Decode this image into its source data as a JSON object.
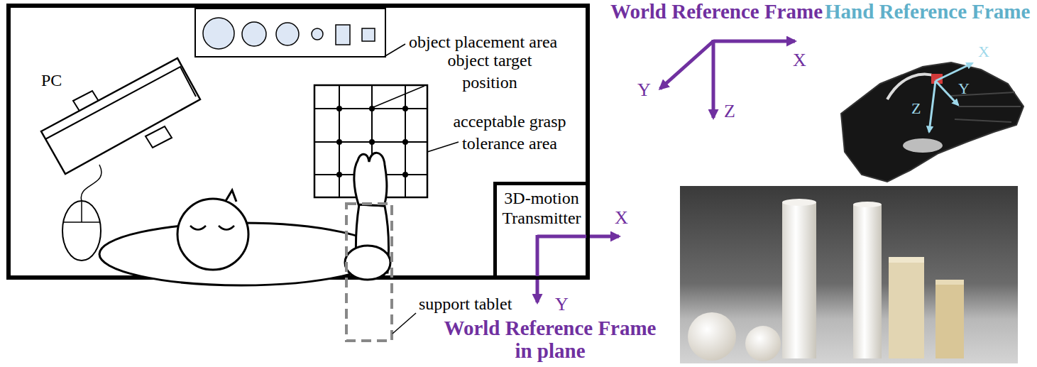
{
  "diagram": {
    "nodes": [
      {
        "text": [
          "3D-motion Transmitter"
        ]
      }
    ],
    "labels": [
      "World Reference Frame",
      "Hand Reference Frame",
      "X",
      "Y",
      "Z",
      "X",
      "Y",
      "Z",
      "object placement area",
      "PC",
      "object target position",
      "acceptable grasp tolerance area",
      "X",
      "Y",
      "support tablet",
      "World Reference Frame in plane"
    ]
  }
}
